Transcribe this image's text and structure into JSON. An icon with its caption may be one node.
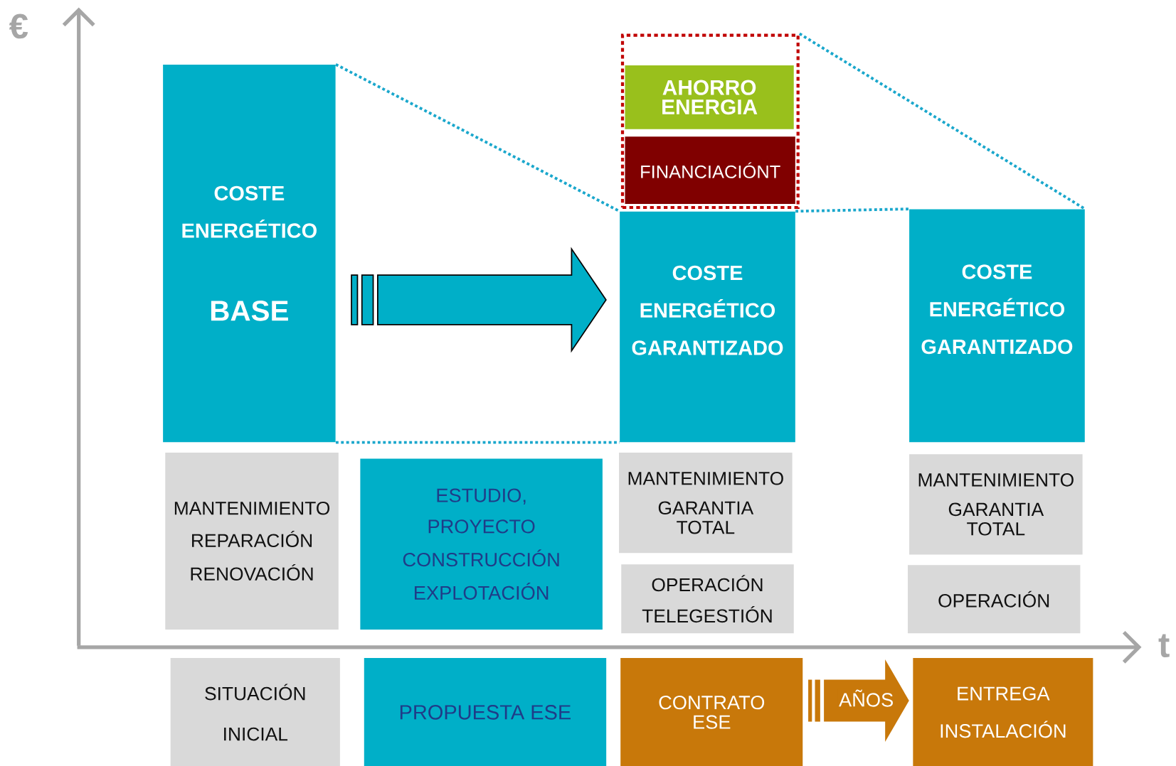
{
  "diagram": {
    "nodes": [
      {
        "text": [
          "COSTE ENERGÉTICO",
          "BASE"
        ]
      },
      {
        "text": [],
        "shape": "box"
      },
      {
        "text": [
          "AHORRO ENERGIA"
        ],
        "in": 1
      },
      {
        "text": [
          "FINANCIACIÓNT"
        ],
        "in": 1
      },
      {
        "text": [
          "COSTE ENERGÉTICO GARANTIZADO"
        ]
      },
      {
        "text": [
          "COSTE ENERGÉTICO GARANTIZADO"
        ]
      },
      {
        "text": [
          "MANTENIMIENTO",
          "REPARACIÓN",
          "RENOVACIÓN"
        ]
      },
      {
        "text": [
          "ESTUDIO,",
          "PROYECTO",
          "CONSTRUCCIÓN",
          "EXPLOTACIÓN"
        ]
      },
      {
        "text": [
          "MANTENIMIENTO",
          "GARANTIA TOTAL"
        ]
      },
      {
        "text": [
          "OPERACIÓN",
          "TELEGESTIÓN"
        ]
      },
      {
        "text": [
          "MANTENIMIENTO",
          "GARANTIA TOTAL"
        ]
      },
      {
        "text": [
          "OPERACIÓN"
        ]
      },
      {
        "text": [
          "SITUACIÓN INICIAL"
        ]
      },
      {
        "text": [
          "PROPUESTA ESE"
        ]
      },
      {
        "text": [
          "CONTRATO ESE"
        ]
      },
      {
        "text": [
          "ENTREGA INSTALACIÓN"
        ]
      }
    ],
    "edges": [
      {
        "from": 0,
        "to": 4,
        "arrow": "to",
        "color": "#00afc8"
      },
      {
        "from": 14,
        "to": 15,
        "arrow": "to",
        "label": "AÑOS",
        "color": "#c8780a"
      },
      {
        "from": 0,
        "to": 4,
        "arrow": "none",
        "style": "dashed",
        "color": "#1aa7cc"
      },
      {
        "from": 0,
        "to": 4,
        "arrow": "none",
        "style": "dashed",
        "color": "#1aa7cc"
      },
      {
        "from": 1,
        "to": 5,
        "arrow": "none",
        "style": "dashed",
        "color": "#1aa7cc"
      },
      {
        "from": 4,
        "to": 5,
        "arrow": "none",
        "style": "dashed",
        "color": "#1aa7cc"
      }
    ],
    "labels": [
      "€",
      "t"
    ]
  }
}
